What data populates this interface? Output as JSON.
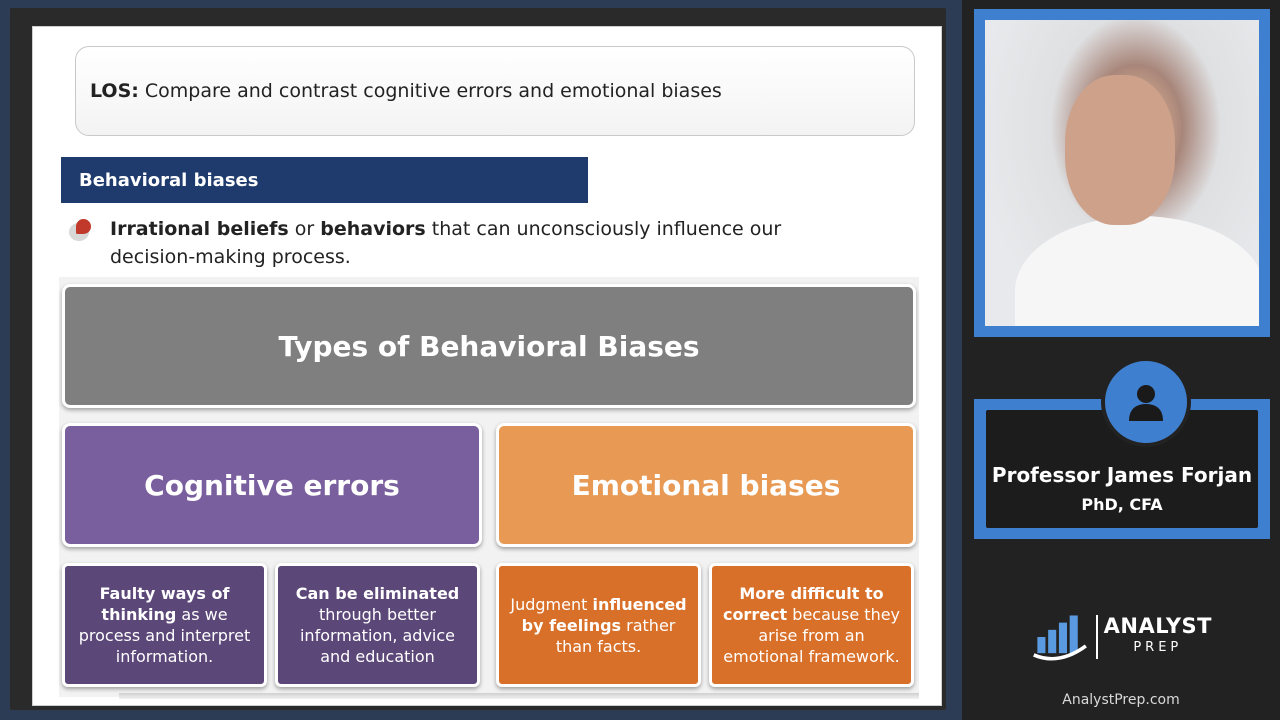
{
  "slide": {
    "los_label": "LOS:",
    "los_text": "Compare and contrast cognitive errors and emotional biases",
    "section_title": "Behavioral biases",
    "bullet": {
      "part1": "Irrational beliefs",
      "part2": " or ",
      "part3": "behaviors",
      "part4": " that can unconsciously influence our decision-making process."
    },
    "diagram": {
      "root": "Types of Behavioral Biases",
      "left": "Cognitive errors",
      "right": "Emotional biases",
      "leaf1_bold": "Faulty ways of thinking",
      "leaf1_rest": " as we process and interpret information.",
      "leaf2_bold": "Can be eliminated",
      "leaf2_rest": " through better information, advice and education",
      "leaf3_pre": "Judgment ",
      "leaf3_bold": "influenced by feelings",
      "leaf3_rest": " rather than facts.",
      "leaf4_bold": "More difficult to correct",
      "leaf4_rest": " because they arise from an emotional framework."
    }
  },
  "presenter": {
    "name": "Professor James Forjan",
    "credentials": "PhD, CFA"
  },
  "brand": {
    "logo_top": "ANALYST",
    "logo_bottom": "PREP",
    "site": "AnalystPrep.com"
  },
  "colors": {
    "accent_blue": "#3f7fd0",
    "header_navy": "#1f3b6e",
    "purple": "#7a5f9e",
    "orange": "#e89a55"
  }
}
